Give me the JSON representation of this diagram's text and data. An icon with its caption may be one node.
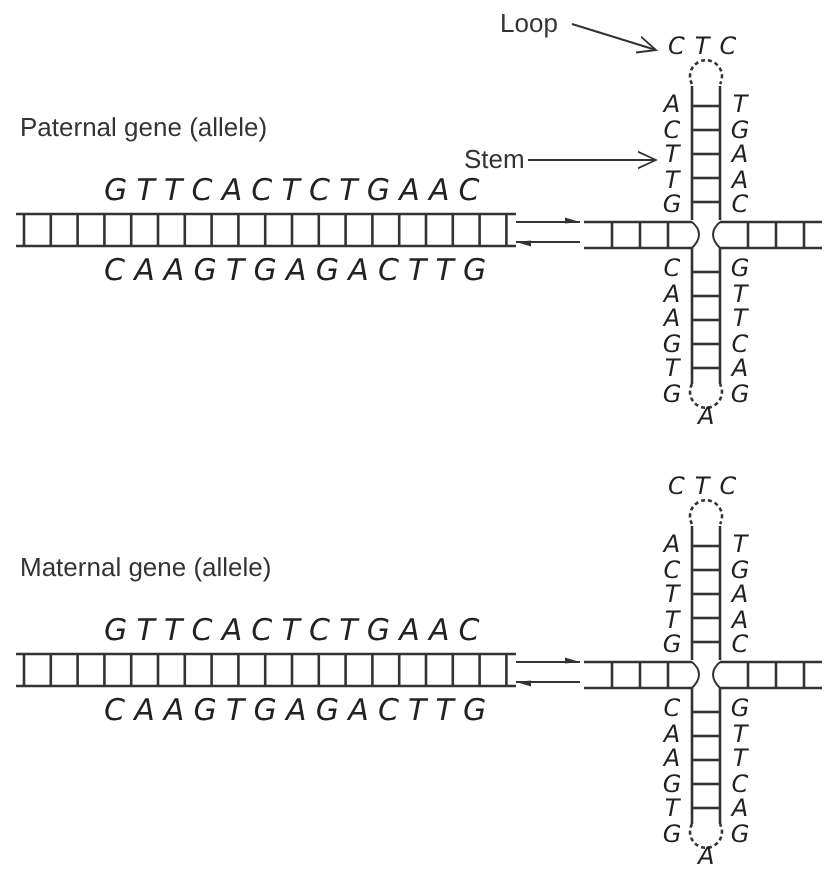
{
  "diagram": {
    "nodes": [
      {
        "text": [
          "GTTCACTCTGAAC",
          "CAAGTGAGACTTG"
        ],
        "beside": [
          "Paternal gene (allele)"
        ]
      },
      {
        "text": [
          "CTC",
          "ACTTG",
          "TGAAC",
          "CAAGTG",
          "A",
          "GTTCAG"
        ]
      },
      {
        "text": [
          "Loop"
        ]
      },
      {
        "text": [
          "Stem"
        ]
      },
      {
        "text": [],
        "shape": "circle",
        "in": 1
      },
      {
        "text": [],
        "shape": "ladder",
        "in": 1
      },
      {
        "text": [
          "GTTCACTCTGAAC",
          "CAAGTGAGACTTG"
        ],
        "beside": [
          "Maternal gene (allele)"
        ]
      },
      {
        "text": [
          "CTC",
          "ACTTG",
          "TGAAC",
          "CAAGTG",
          "A",
          "GTTCAG"
        ]
      }
    ],
    "edges": [
      {
        "from": 0,
        "to": 1,
        "arrow": "to"
      },
      {
        "from": 1,
        "to": 0,
        "arrow": "to"
      },
      {
        "from": 2,
        "to": 4,
        "arrow": "to"
      },
      {
        "from": 3,
        "to": 5,
        "arrow": "to"
      },
      {
        "from": 6,
        "to": 7,
        "arrow": "to"
      },
      {
        "from": 7,
        "to": 6,
        "arrow": "to"
      }
    ]
  }
}
